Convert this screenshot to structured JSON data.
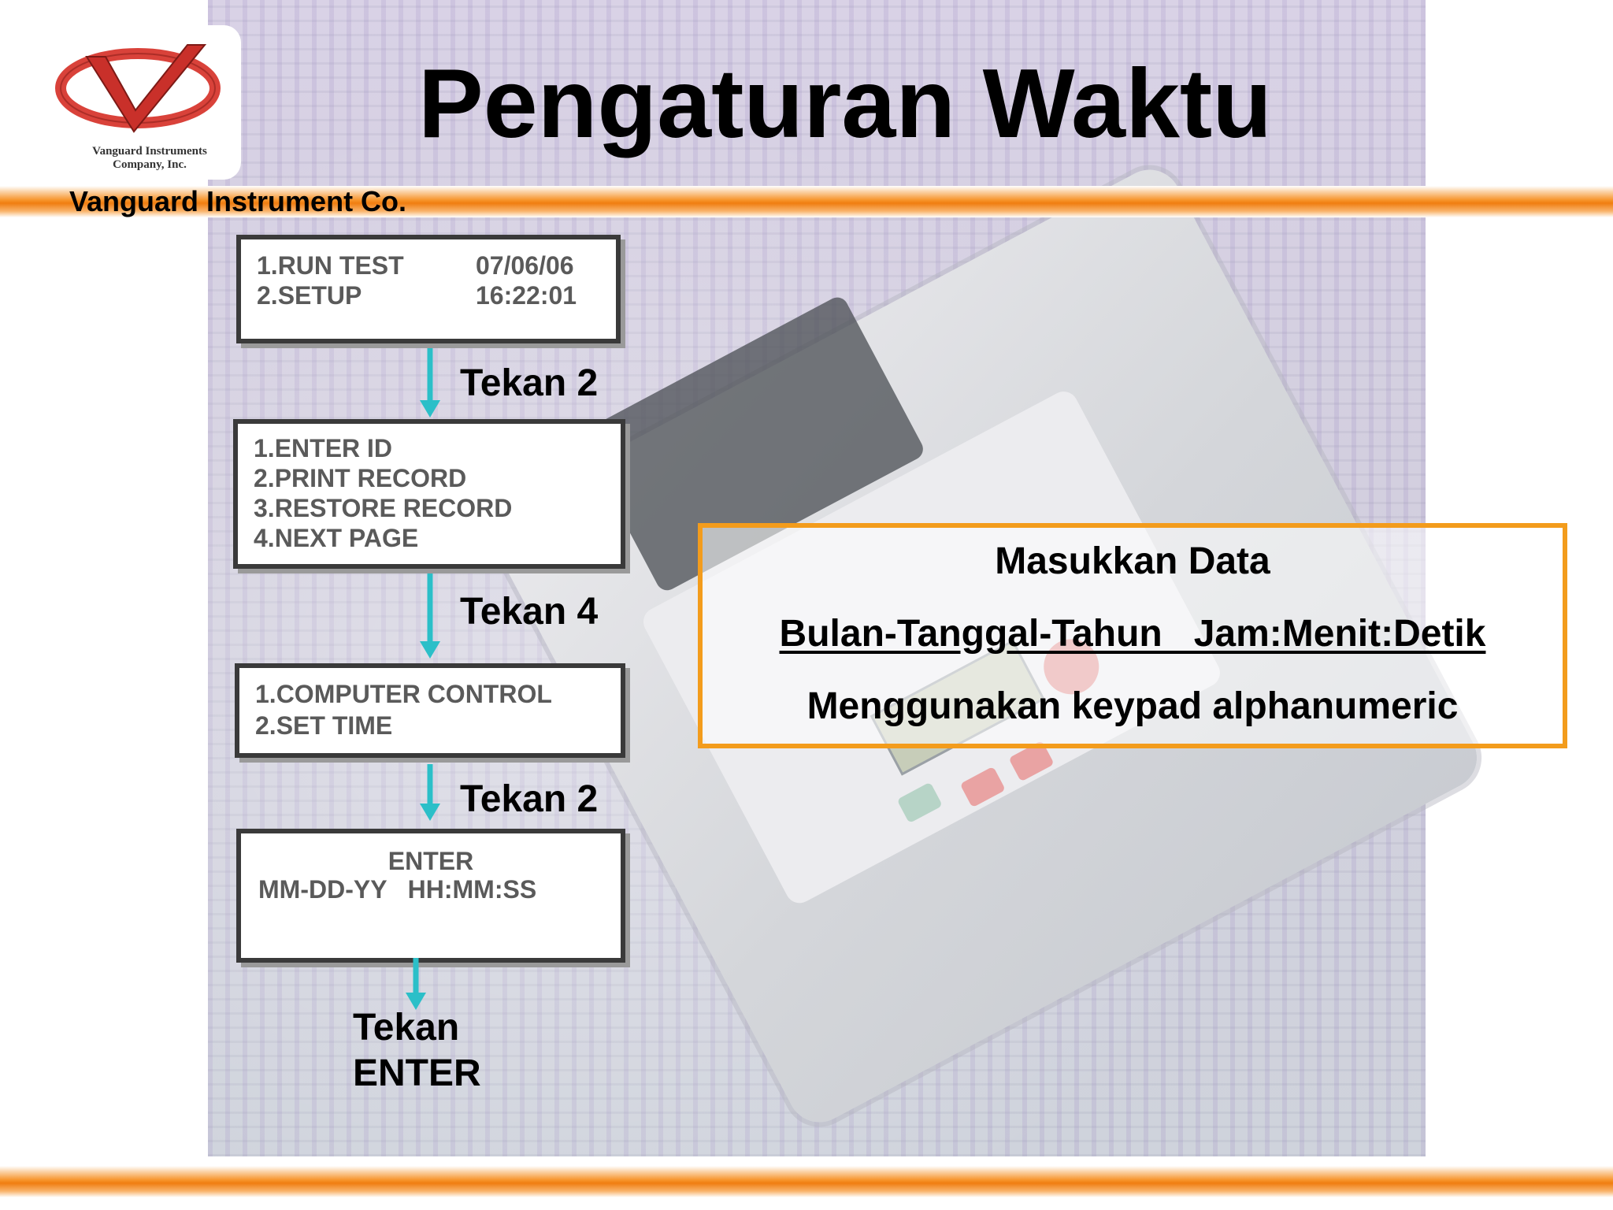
{
  "header": {
    "title": "Pengaturan Waktu",
    "company": "Vanguard Instrument Co."
  },
  "logo": {
    "line1": "Vanguard Instruments",
    "line2": "Company, Inc."
  },
  "screens": [
    {
      "lines": [
        "1.RUN TEST",
        "2.SETUP"
      ],
      "right_lines": [
        "07/06/06",
        "16:22:01"
      ]
    },
    {
      "lines": [
        "1.ENTER ID",
        "2.PRINT RECORD",
        "3.RESTORE RECORD",
        "4.NEXT PAGE"
      ]
    },
    {
      "lines": [
        "1.COMPUTER CONTROL",
        "2.SET TIME"
      ]
    },
    {
      "lines": [
        "ENTER",
        "MM-DD-YY   HH:MM:SS"
      ]
    }
  ],
  "steps": [
    "Tekan 2",
    "Tekan 4",
    "Tekan 2",
    "Tekan\nENTER"
  ],
  "info": {
    "heading": "Masukkan Data",
    "format": "Bulan-Tanggal-Tahun   Jam:Menit:Detik",
    "note": "Menggunakan keypad alphanumeric"
  },
  "colors": {
    "accent_orange": "#F7942A",
    "arrow_teal": "#2BBFC8",
    "logo_red": "#D9423A"
  },
  "icons": [
    "vanguard-logo-icon",
    "down-arrow-icon"
  ]
}
